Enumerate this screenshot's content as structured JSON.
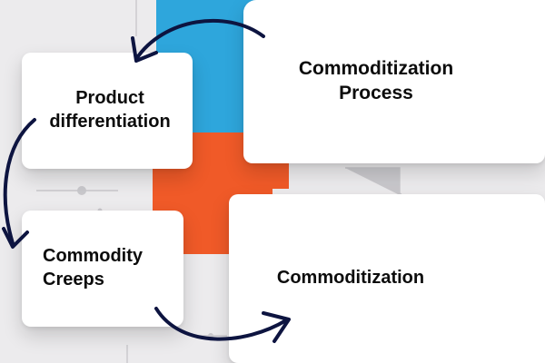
{
  "labels": {
    "commoditization_process": "Commoditization\nProcess",
    "product_differentiation": "Product\ndifferentiation",
    "commodity_creeps": "Commodity\nCreeps",
    "commoditization": "Commoditization"
  },
  "colors": {
    "background": "#ecebed",
    "blue_block": "#2ea6dc",
    "orange_block": "#f05a28",
    "arrow": "#0d1440",
    "circuit_lines": "#c9c8cc",
    "accent": "#a0174f"
  },
  "arrows": [
    {
      "from": "commoditization_process",
      "to": "product_differentiation"
    },
    {
      "from": "product_differentiation",
      "to": "commodity_creeps"
    },
    {
      "from": "commodity_creeps",
      "to": "commoditization"
    }
  ]
}
